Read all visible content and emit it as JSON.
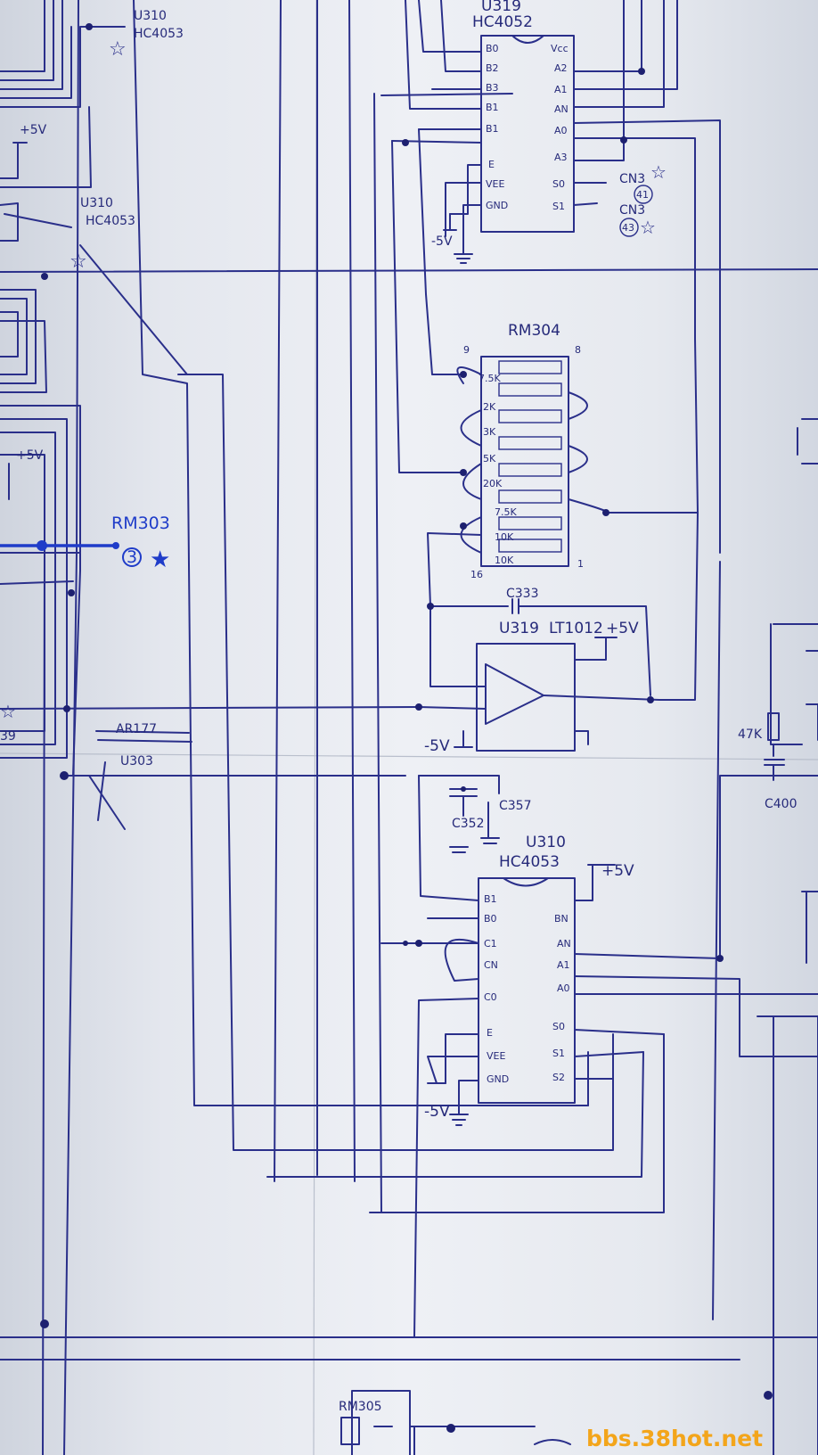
{
  "labels": {
    "u319_top": "U319",
    "hc4052": "HC4052",
    "u310_topleft": "U310",
    "hc4053_topleft": "HC4053",
    "u310_mid": "U310",
    "hc4053_mid": "HC4053",
    "plus5v_a": "+5V",
    "plus5v_b": "+5V",
    "rm304": "RM304",
    "rm303": "RM303",
    "rm303_pin": "3",
    "c333": "C333",
    "u319_op": "U319",
    "lt1012": "LT1012",
    "plus5v_op": "+5V",
    "minus5v_op": "-5V",
    "minus5v_top": "-5V",
    "cn3_a": "CN3",
    "cn3_a_pin": "41",
    "cn3_b": "CN3",
    "cn3_b_pin": "43",
    "ar177": "AR177",
    "u303": "U303",
    "r47k": "47K",
    "c400": "C400",
    "c352": "C352",
    "c357": "C357",
    "u310_bot": "U310",
    "hc4053_bot": "HC4053",
    "plus5v_bot": "+5V",
    "minus5v_bot": "-5V",
    "rm305": "RM305",
    "label_39": "39",
    "pin_9": "9",
    "pin_8": "8",
    "pin_16": "16",
    "pin_1": "1",
    "watermark": "bbs.38hot.net"
  },
  "hc4052_pins_left": [
    "B0",
    "B2",
    "B3",
    "B1",
    "E",
    "VEE",
    "GND"
  ],
  "hc4052_pins_right": [
    "Vcc",
    "A2",
    "A1",
    "AN",
    "A0",
    "A3",
    "S0",
    "S1"
  ],
  "rm304_values": [
    "7.5K",
    "2K",
    "3K",
    "5K",
    "20K",
    "7.5K",
    "10K",
    "10K"
  ],
  "hc4053_pins_left": [
    "B1",
    "B0",
    "C1",
    "CN",
    "C0",
    "E",
    "VEE",
    "GND"
  ],
  "hc4053_pins_right": [
    "BN",
    "AN",
    "A1",
    "A0",
    "S0",
    "S1",
    "S2"
  ],
  "colors": {
    "ink": "#2a2f8a",
    "blue_ink": "#1f3cc9",
    "paper": "#e9ecf2",
    "watermark": "#f3a51b"
  }
}
